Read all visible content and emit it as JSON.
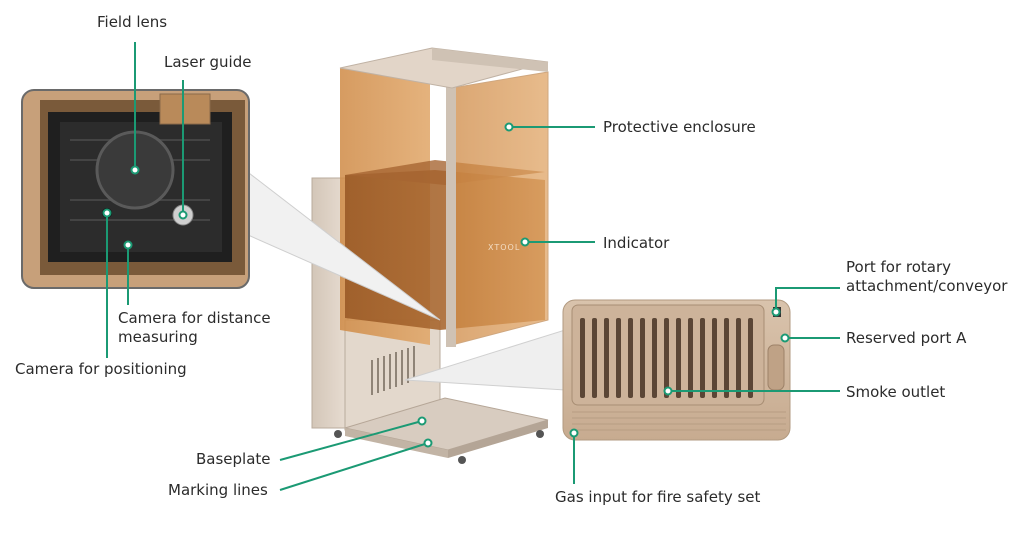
{
  "brand": "XTOOL",
  "colors": {
    "leader": "#1b9a74",
    "enclosure": "#c9843e",
    "frame": "#d8ccc0",
    "text": "#2b2b2b"
  },
  "labels": {
    "field_lens": "Field lens",
    "laser_guide": "Laser guide",
    "camera_distance": "Camera for distance measuring",
    "camera_positioning": "Camera for positioning",
    "protective_enclosure": "Protective enclosure",
    "indicator": "Indicator",
    "port_rotary": "Port for rotary attachment/conveyor",
    "reserved_port": "Reserved port A",
    "smoke_outlet": "Smoke outlet",
    "gas_input": "Gas input for fire safety set",
    "baseplate": "Baseplate",
    "marking_lines": "Marking lines"
  },
  "icons": [
    "field-lens",
    "laser-guide-emitter",
    "camera",
    "vent-grille"
  ]
}
